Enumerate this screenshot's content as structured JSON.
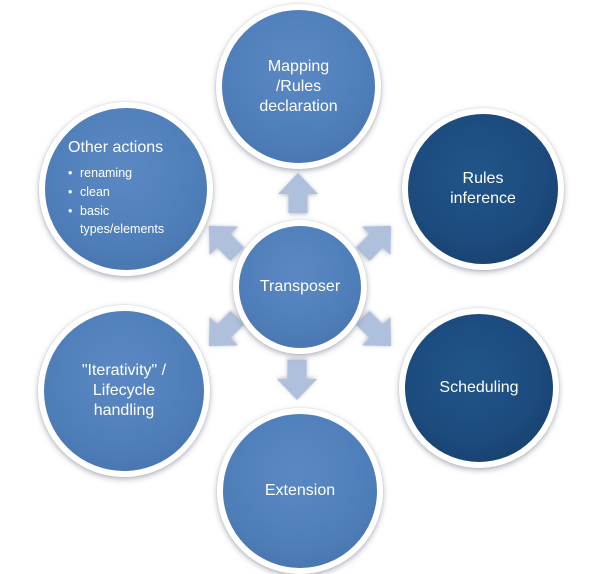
{
  "colors": {
    "node_light": "#4f7fba",
    "node_dark": "#1c4b7e",
    "arrow": "#afc0dd",
    "ring": "#ffffff",
    "text": "#ffffff"
  },
  "diagram": {
    "type": "radial-diverging",
    "center": {
      "label": "Transposer"
    },
    "nodes": {
      "mapping": {
        "label": "Mapping\n/Rules\ndeclaration",
        "style": "light",
        "position": "top"
      },
      "other_actions": {
        "heading": "Other actions",
        "bullets": [
          "renaming",
          "clean",
          "basic types/elements"
        ],
        "style": "light",
        "position": "top-left"
      },
      "rules_inference": {
        "label": "Rules\ninference",
        "style": "dark",
        "position": "top-right"
      },
      "iterativity": {
        "label": "\"Iterativity\" /\nLifecycle\nhandling",
        "style": "light",
        "position": "bottom-left"
      },
      "scheduling": {
        "label": "Scheduling",
        "style": "dark",
        "position": "bottom-right"
      },
      "extension": {
        "label": "Extension",
        "style": "light",
        "position": "bottom"
      }
    },
    "arrows": {
      "directions": [
        "up",
        "up-left",
        "up-right",
        "down-left",
        "down-right",
        "down"
      ]
    }
  }
}
